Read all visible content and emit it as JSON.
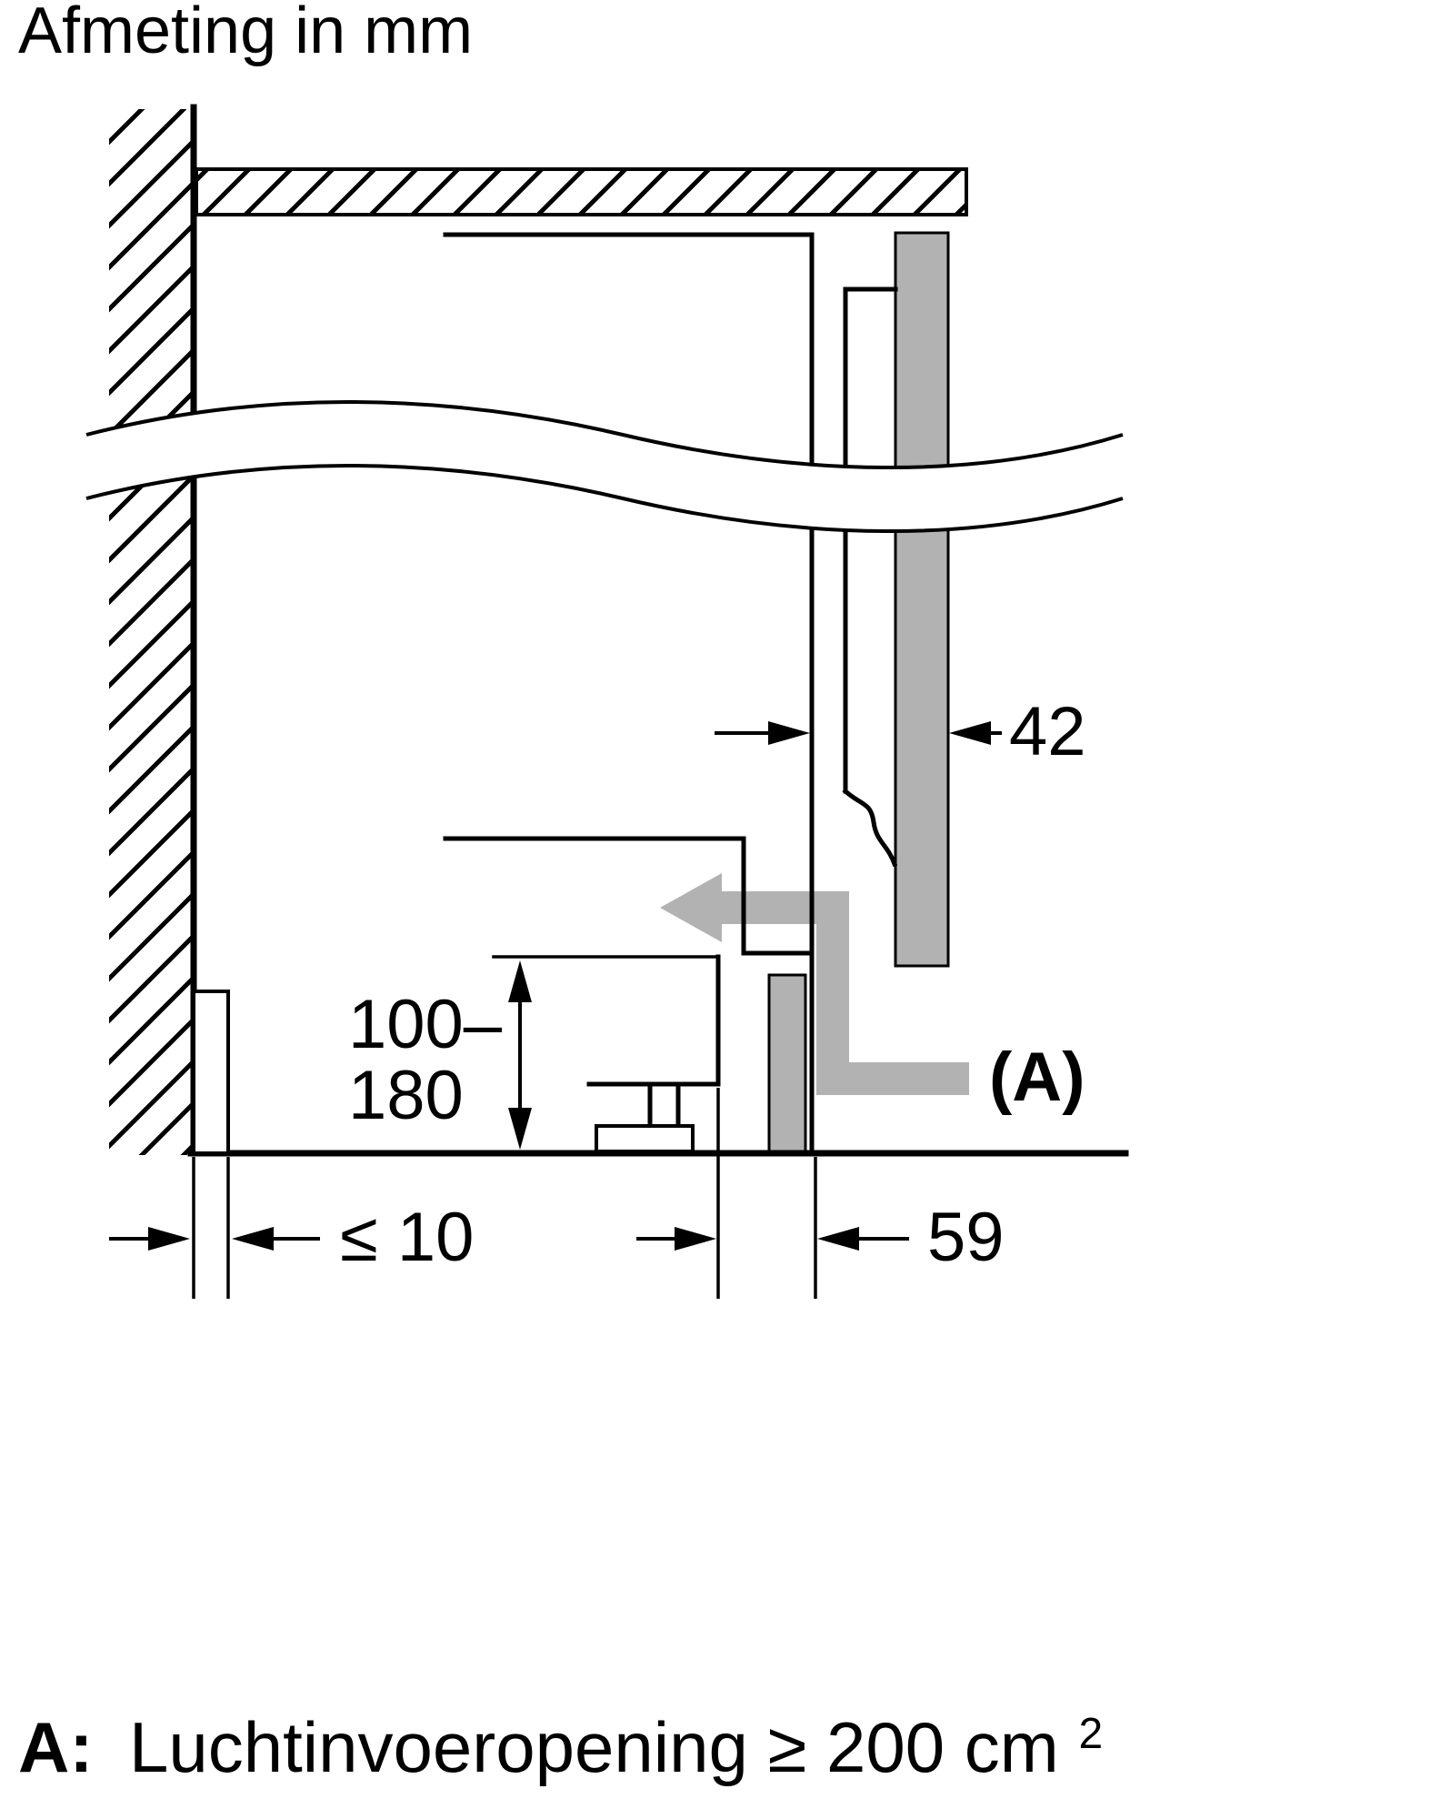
{
  "title": "Afmeting in mm",
  "dimensions": {
    "door_thickness": "42",
    "plinth_height_upper": "100–",
    "plinth_height_lower": "180",
    "wall_gap": "≤ 10",
    "plinth_depth": "59",
    "air_inlet_label": "(A)"
  },
  "caption": {
    "label": "A:",
    "text": "Luchtinvoeropening ≥ 200 cm",
    "superscript": "2"
  },
  "colors": {
    "line": "#000000",
    "panel_gray": "#b2b2b2",
    "background": "#ffffff"
  }
}
